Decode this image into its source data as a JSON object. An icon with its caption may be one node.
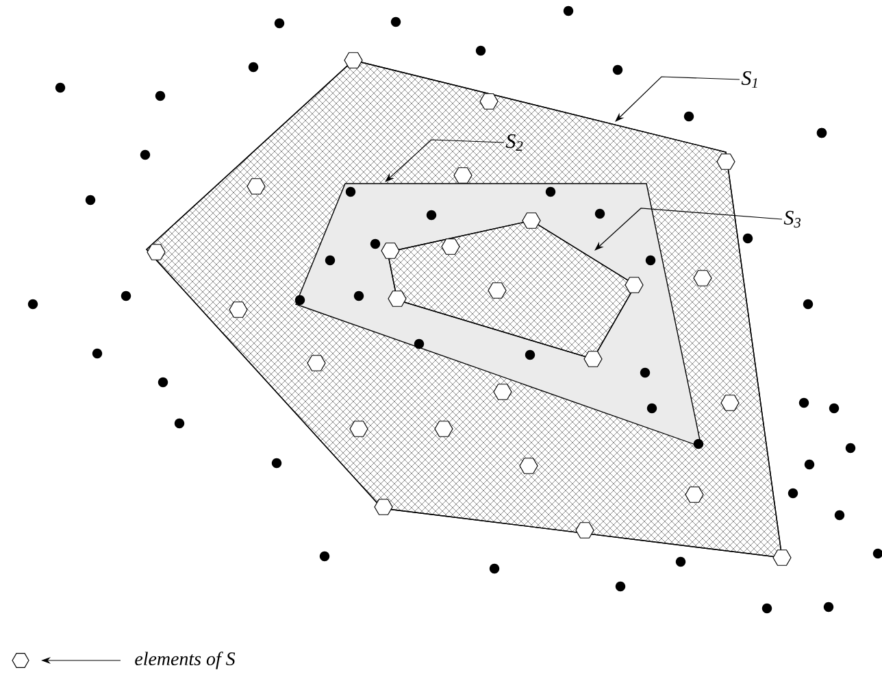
{
  "diagram": {
    "nodes": [
      {
        "text": [],
        "shape": "polygon"
      },
      {
        "text": [],
        "shape": "polygon",
        "in": 0
      },
      {
        "text": [],
        "shape": "polygon",
        "in": 1
      },
      {
        "text": [
          "S$_{1}$"
        ]
      },
      {
        "text": [
          "S$_{2}$"
        ],
        "in": 0
      },
      {
        "text": [
          "S$_{3}$"
        ]
      }
    ],
    "edges": [
      {
        "from": 3,
        "to": 0,
        "arrow": "to"
      },
      {
        "from": 4,
        "to": 1,
        "arrow": "to"
      },
      {
        "from": 5,
        "to": 2,
        "arrow": "to"
      }
    ],
    "legend": [
      {
        "text": "elements of S"
      }
    ]
  }
}
